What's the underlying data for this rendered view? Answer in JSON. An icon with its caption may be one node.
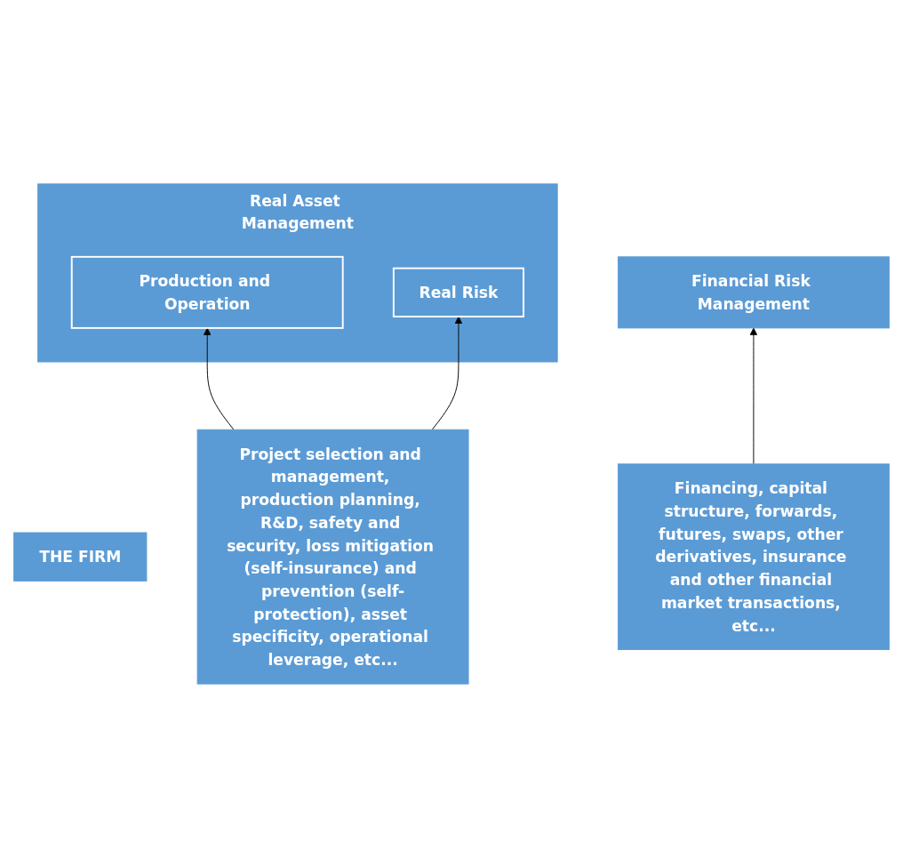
{
  "diagram": {
    "nodes": [
      {
        "text": [
          "THE FIRM"
        ]
      },
      {
        "text": [
          "Real Asset Management"
        ]
      },
      {
        "text": [
          "Production and Operation"
        ],
        "in": 1
      },
      {
        "text": [
          "Real Risk"
        ],
        "in": 1
      },
      {
        "text": [
          "Financial Risk Management"
        ]
      },
      {
        "text": [
          "Project selection and management, production planning, R&D, safety and security, loss mitigation (self-insurance) and prevention (self-protection), asset specificity, operational leverage, etc..."
        ]
      },
      {
        "text": [
          "Financing, capital structure, forwards, futures, swaps, other derivatives, insurance and other financial market transactions, etc..."
        ]
      }
    ],
    "edges": [
      {
        "from": 5,
        "to": 2,
        "arrow": "to"
      },
      {
        "from": 5,
        "to": 3,
        "arrow": "to"
      },
      {
        "from": 6,
        "to": 4,
        "arrow": "to"
      }
    ]
  }
}
